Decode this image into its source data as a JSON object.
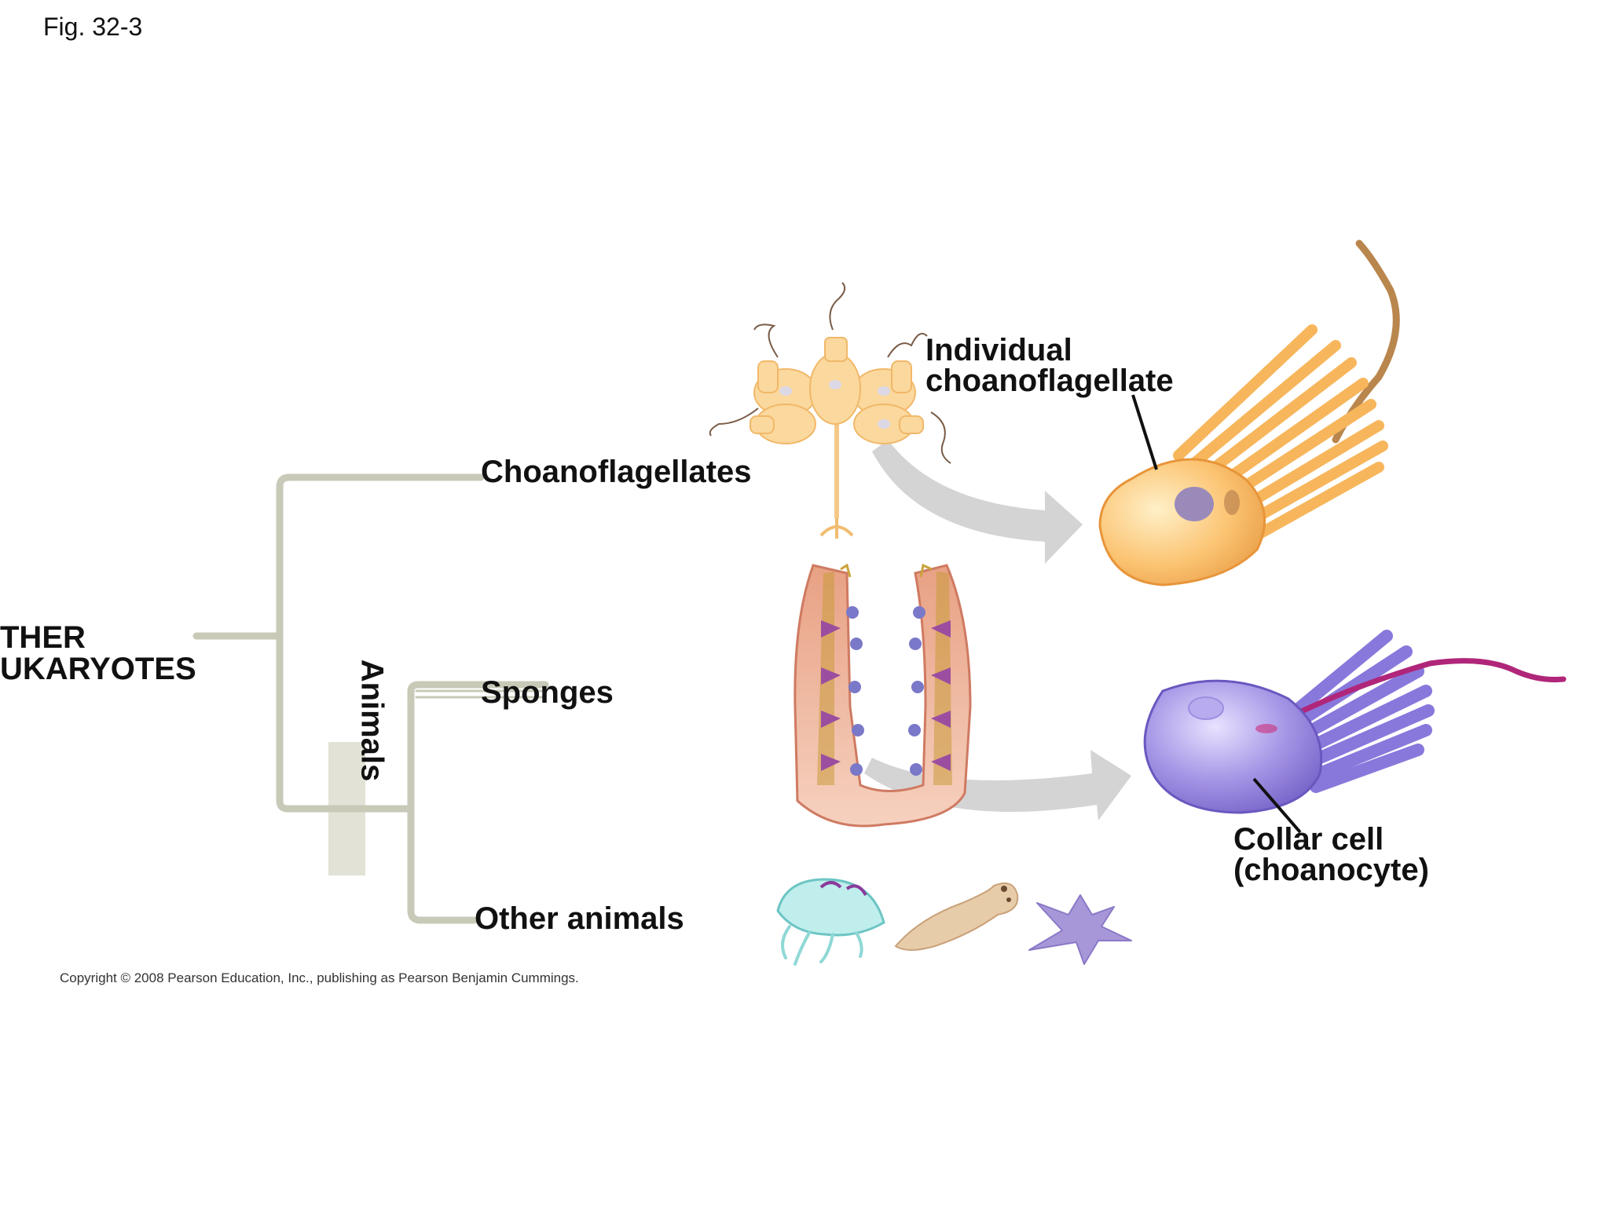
{
  "figure": {
    "number_label": "Fig. 32-3",
    "copyright": "Copyright © 2008 Pearson Education, Inc., publishing as Pearson Benjamin Cummings."
  },
  "tree": {
    "root_label_line1": "THER",
    "root_label_line2": "UKARYOTES",
    "clade_label": "Animals",
    "branches": {
      "choanoflagellates": "Choanoflagellates",
      "sponges": "Sponges",
      "other_animals": "Other animals"
    },
    "line_color": "#c9c9b8",
    "clade_bar_color": "#e2e2d6"
  },
  "callouts": {
    "individual_line1": "Individual",
    "individual_line2": "choanoflagellate",
    "collar_line1": "Collar cell",
    "collar_line2": "(choanocyte)"
  },
  "colors": {
    "choano_orange": "#f6b35b",
    "collar_purple": "#8a78d6",
    "flagellum_magenta": "#b0267a",
    "arrow_gray": "#d4d4d4",
    "jelly_teal": "#7fd1cf",
    "flatworm_tan": "#e7ccaa",
    "seastar_lavender": "#a897d8"
  },
  "icons": [
    "colony-icon",
    "sponge-icon",
    "choanoflagellate-cell-icon",
    "collar-cell-icon",
    "jellyfish-icon",
    "flatworm-icon",
    "sea-star-icon"
  ]
}
